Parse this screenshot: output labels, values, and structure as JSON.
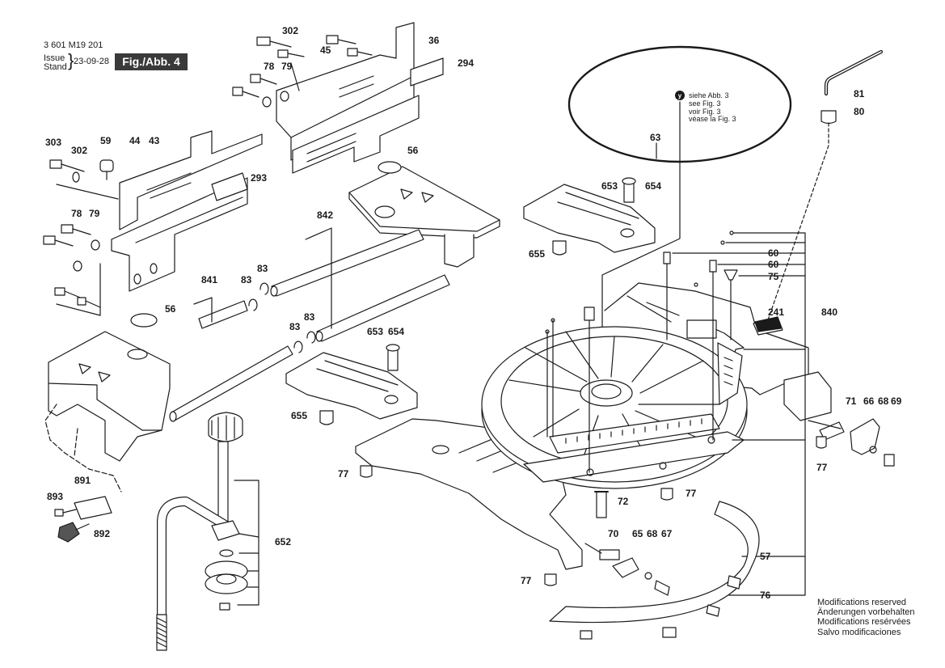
{
  "header": {
    "model_number": "3 601 M19 201",
    "issue_label": "Issue",
    "stand_label": "Stand",
    "date": "23-09-28",
    "figure_label": "Fig./Abb. 4"
  },
  "reference_note": {
    "marker": "y",
    "lines": [
      "siehe Abb. 3",
      "see Fig. 3",
      "voir Fig. 3",
      "véase la Fig. 3"
    ]
  },
  "modifications_note": [
    "Modifications reserved",
    "Änderungen vorbehalten",
    "Modifications resérvées",
    "Salvo modificaciones"
  ],
  "part_labels": {
    "p302_top": "302",
    "p36": "36",
    "p45": "45",
    "p78_top": "78",
    "p79_top": "79",
    "p294": "294",
    "p303": "303",
    "p302": "302",
    "p59": "59",
    "p44": "44",
    "p43": "43",
    "p293": "293",
    "p78": "78",
    "p79": "79",
    "p56_top": "56",
    "p842": "842",
    "p83_a": "83",
    "p841": "841",
    "p83_b": "83",
    "p83_c": "83",
    "p83_d": "83",
    "p56": "56",
    "p653_b": "653",
    "p654_b": "654",
    "p655_b": "655",
    "p63": "63",
    "p81": "81",
    "p80": "80",
    "p653": "653",
    "p654": "654",
    "p655": "655",
    "p60_a": "60",
    "p60_b": "60",
    "p75": "75",
    "p241": "241",
    "p840": "840",
    "p71": "71",
    "p66": "66",
    "p68_r": "68",
    "p69": "69",
    "p77_r": "77",
    "p77_a": "77",
    "p77_b": "77",
    "p72": "72",
    "p893": "893",
    "p891": "891",
    "p892": "892",
    "p652": "652",
    "p70": "70",
    "p65": "65",
    "p68": "68",
    "p67": "67",
    "p57": "57",
    "p77_c": "77",
    "p76": "76"
  }
}
